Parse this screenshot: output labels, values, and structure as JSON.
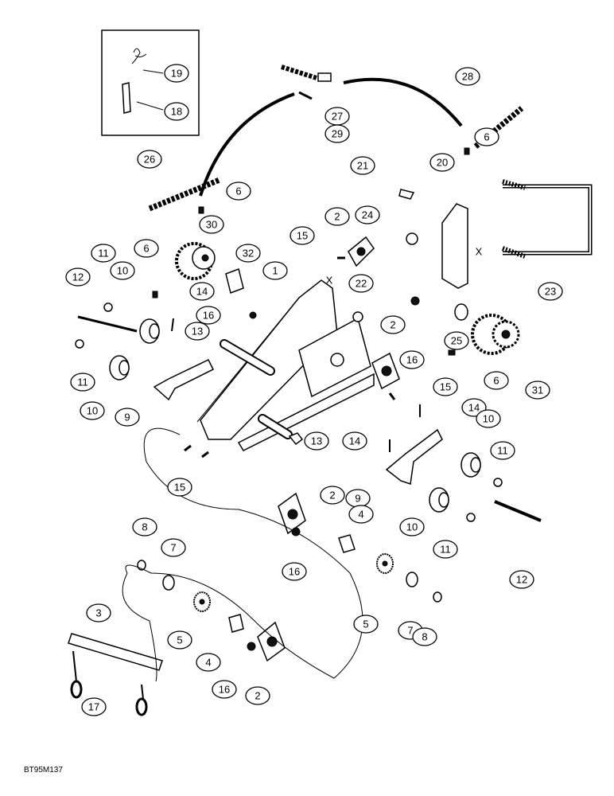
{
  "callouts": [
    "19",
    "18",
    "28",
    "27",
    "29",
    "26",
    "6",
    "6",
    "21",
    "20",
    "24",
    "30",
    "11",
    "2",
    "15",
    "32",
    "1",
    "6",
    "10",
    "12",
    "14",
    "16",
    "22",
    "23",
    "X",
    "X",
    "13",
    "2",
    "25",
    "16",
    "11",
    "10",
    "6",
    "31",
    "15",
    "9",
    "14",
    "10",
    "13",
    "14",
    "11",
    "15",
    "9",
    "2",
    "4",
    "10",
    "12",
    "8",
    "7",
    "11",
    "16",
    "3",
    "5",
    "7",
    "8",
    "4",
    "16",
    "2",
    "5",
    "17"
  ],
  "caption": "BT95M137"
}
